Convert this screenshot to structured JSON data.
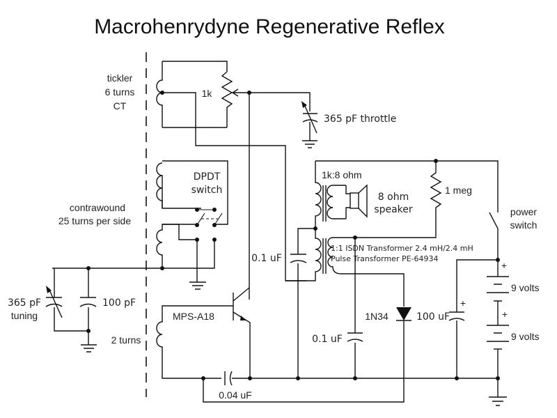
{
  "title": "Macrohenrydyne Regenerative Reflex",
  "labels": {
    "tickler": [
      "tickler",
      "6 turns",
      "CT"
    ],
    "pot": "1k",
    "throttle": "365 pF throttle",
    "dpdt": [
      "DPDT",
      "switch"
    ],
    "contrawound": [
      "contrawound",
      "25 turns per side"
    ],
    "output_transformer": "1k:8 ohm",
    "speaker": [
      "8 ohm",
      "speaker"
    ],
    "bias_resistor": "1 meg",
    "power_switch": [
      "power",
      "switch"
    ],
    "isdn_transformer": [
      "1:1 ISDN Transformer 2.4 mH/2.4 mH",
      "Pulse Transformer PE-64934"
    ],
    "cap_primary": "0.1 uF",
    "tuning_cap": [
      "365 pF",
      "tuning"
    ],
    "fixed_cap": "100 pF",
    "transistor": "MPS-A18",
    "base_coil": "2 turns",
    "coupling_cap": "0.04 uF",
    "bypass_cap": "0.1 uF",
    "diode": "1N34",
    "electrolytic": "100 uF",
    "battery1": "9 volts",
    "battery2": "9 volts",
    "plus": "+"
  }
}
